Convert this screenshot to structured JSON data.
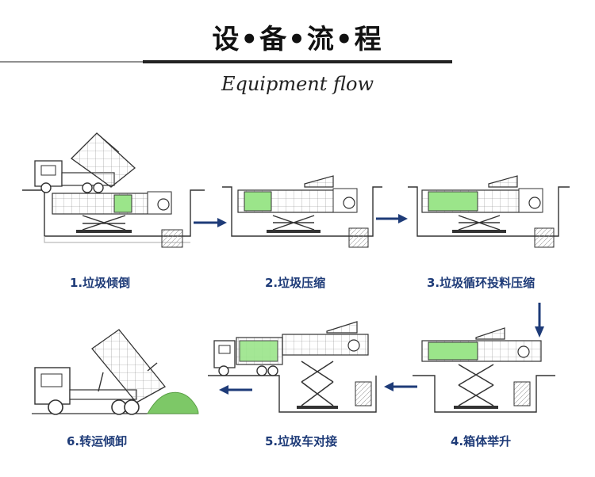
{
  "header": {
    "title": "设•备•流•程",
    "subtitle": "Equipment flow"
  },
  "steps": [
    {
      "label": "1.垃圾倾倒"
    },
    {
      "label": "2.垃圾压缩"
    },
    {
      "label": "3.垃圾循环投料压缩"
    },
    {
      "label": "4.箱体举升"
    },
    {
      "label": "5.垃圾车对接"
    },
    {
      "label": "6.转运倾卸"
    }
  ],
  "colors": {
    "accent_arrow": "#1e3b78",
    "caption": "#1e3b78",
    "compressed_waste": "#9be58a",
    "pile": "#7dc867",
    "line": "#333333"
  }
}
